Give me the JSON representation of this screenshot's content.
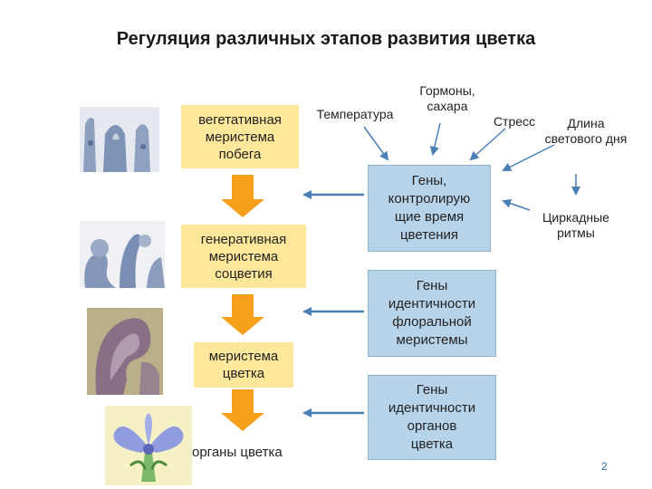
{
  "title": "Регуляция различных этапов развития цветка",
  "stages": {
    "vegetative": "вегетативная\nмеристема\nпобега",
    "generative": "генеративная\nмеристема\nсоцветия",
    "flower_meristem": "меристема\nцветка",
    "flower_organs": "органы цветка"
  },
  "genes": {
    "flowering_time": "Гены,\nконтролирую\nщие время\nцветения",
    "floral_meristem": "Гены\nидентичности\nфлоральной\nмеристемы",
    "organ_identity": "Гены\nидентичности\nорганов\nцветка"
  },
  "factors": {
    "temperature": "Температура",
    "hormones": "Гормоны,\nсахара",
    "stress": "Стресс",
    "day_length": "Длина\nсветового дня",
    "circadian": "Циркадные\nритмы"
  },
  "page_number": "2",
  "colors": {
    "stage_box": "#fde79a",
    "gene_box": "#b7d3ea",
    "stage_arrow": "#f5a01a",
    "blue_arrow": "#4a7fb5"
  }
}
